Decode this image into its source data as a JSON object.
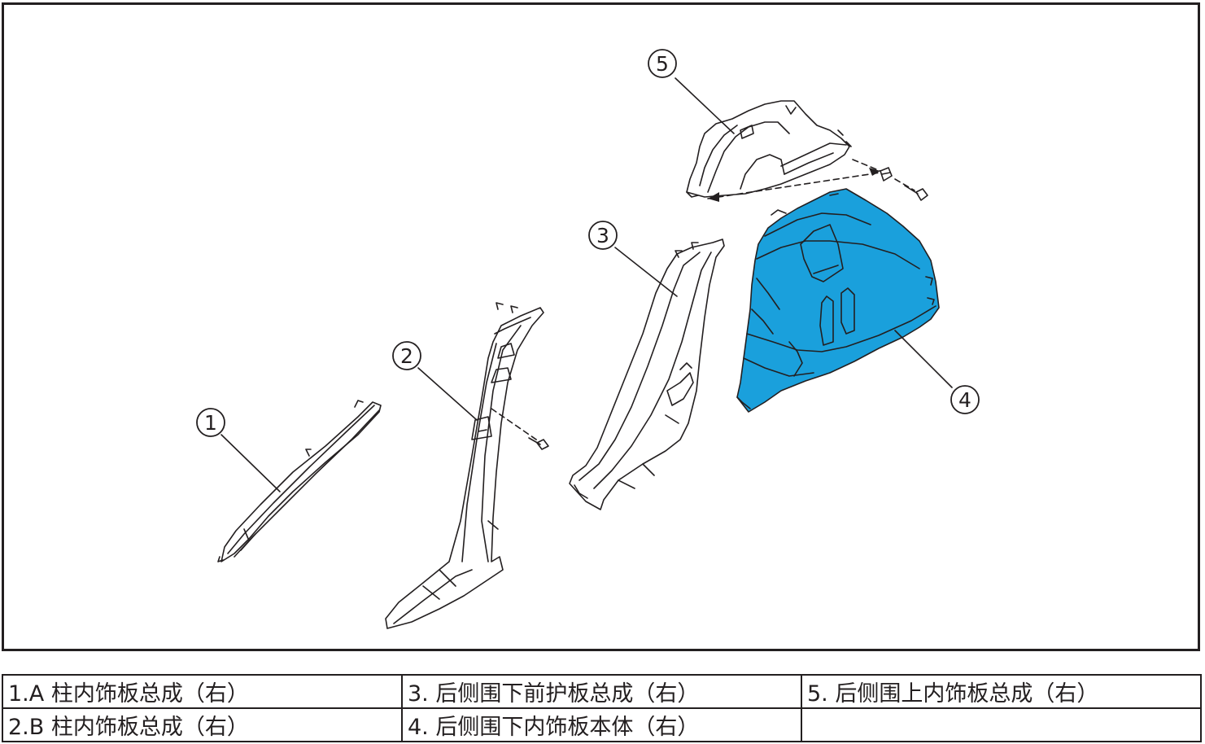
{
  "callouts": [
    {
      "id": "1",
      "label": "1"
    },
    {
      "id": "2",
      "label": "2"
    },
    {
      "id": "3",
      "label": "3"
    },
    {
      "id": "4",
      "label": "4"
    },
    {
      "id": "5",
      "label": "5"
    }
  ],
  "colors": {
    "line": "#231f20",
    "highlight_fill": "#1aa0dc",
    "part_fill": "#ffffff"
  },
  "legend": {
    "rows": [
      [
        "1.A 柱内饰板总成（右）",
        "3. 后侧围下前护板总成（右）",
        "5. 后侧围上内饰板总成（右）"
      ],
      [
        "2.B 柱内饰板总成（右）",
        "4. 后侧围下内饰板本体（右）",
        ""
      ]
    ]
  }
}
